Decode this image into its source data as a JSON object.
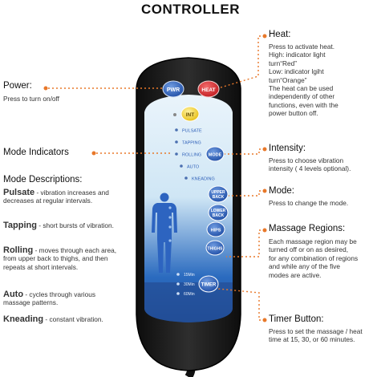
{
  "title": "CONTROLLER",
  "left": {
    "power": {
      "heading": "Power:",
      "text": "Press to turn on/off"
    },
    "mode_indicators": {
      "heading": "Mode Indicators"
    },
    "mode_descriptions": {
      "heading": "Mode Descriptions:",
      "items": [
        {
          "term": "Pulsate",
          "dash": " - ",
          "text": "vibration increases and decreases at regular intervals."
        },
        {
          "term": "Tapping",
          "dash": " - ",
          "text": "short bursts of vibration."
        },
        {
          "term": "Rolling",
          "dash": " -  ",
          "text": "moves through each area, from upper back to thighs, and then repeats at short intervals."
        },
        {
          "term": "Auto",
          "dash": " -  ",
          "text": "cycles through various massage patterns."
        },
        {
          "term": "Kneading",
          "dash": " - ",
          "text": "constant vibration."
        }
      ]
    }
  },
  "right": {
    "heat": {
      "heading": "Heat:",
      "lines": [
        "Press to activate heat.",
        "High: indicator light",
        "turn“Red”",
        "Low: indicator lgiht",
        "turn“Orange”",
        "The heat can be used",
        "independently of other",
        "functions, even with the",
        "power button off."
      ]
    },
    "intensity": {
      "heading": "Intensity:",
      "lines": [
        "Press to choose vibration",
        "intensity ( 4 levels optional)."
      ]
    },
    "mode": {
      "heading": "Mode:",
      "lines": [
        "Press to change the mode."
      ]
    },
    "massage_regions": {
      "heading": "Massage Regions:",
      "lines": [
        "Each massage region may be",
        "turned off or on as desired,",
        "for any combination of regions",
        "and while any of the five",
        "modes are active."
      ]
    },
    "timer": {
      "heading": "Timer Button:",
      "lines": [
        "Press to set the massage / heat",
        "time at 15, 30, or 60 minutes."
      ]
    }
  },
  "remote": {
    "buttons": {
      "pwr": "PWR",
      "heat": "HEAT",
      "int": "INT",
      "mode": "MODE",
      "upper_back_1": "UPPER",
      "upper_back_2": "BACK",
      "lower_back_1": "LOWER",
      "lower_back_2": "BACK",
      "hips": "HIPS",
      "thighs": "THIGHS",
      "timer": "TIMER"
    },
    "modes": [
      "PULSATE",
      "TAPPING",
      "ROLLING",
      "AUTO",
      "KNEADING"
    ],
    "times": [
      "15Min",
      "30Min",
      "60Min"
    ]
  },
  "colors": {
    "accent": "#e8782a",
    "remote_body": "#1b1b1b",
    "panel_blue": "#2a63b6",
    "button_blue": "#2d5fb8",
    "heat_red": "#d8252a",
    "int_yellow": "#f3d32a"
  }
}
